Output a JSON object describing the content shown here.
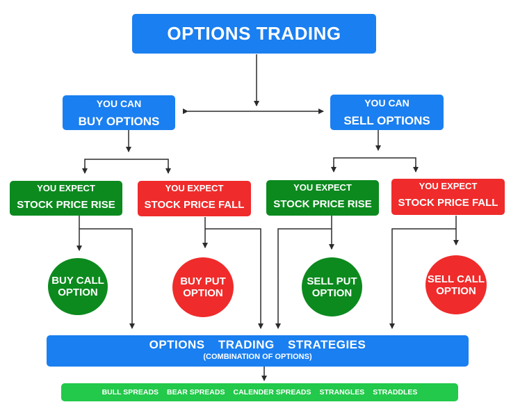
{
  "title": "OPTIONS TRADING",
  "buy": {
    "line1": "YOU CAN",
    "line2": "BUY OPTIONS"
  },
  "sell": {
    "line1": "YOU CAN",
    "line2": "SELL OPTIONS"
  },
  "expect": [
    {
      "line1": "YOU EXPECT",
      "line2": "STOCK PRICE RISE",
      "color": "#0c8a1e"
    },
    {
      "line1": "YOU EXPECT",
      "line2": "STOCK PRICE FALL",
      "color": "#ef2b2b"
    },
    {
      "line1": "YOU EXPECT",
      "line2": "STOCK PRICE RISE",
      "color": "#0c8a1e"
    },
    {
      "line1": "YOU EXPECT",
      "line2": "STOCK PRICE FALL",
      "color": "#ef2b2b"
    }
  ],
  "outcomes": [
    {
      "line1": "BUY CALL",
      "line2": "OPTION",
      "color": "#0c8a1e"
    },
    {
      "line1": "BUY PUT",
      "line2": "OPTION",
      "color": "#ef2b2b"
    },
    {
      "line1": "SELL PUT",
      "line2": "OPTION",
      "color": "#0c8a1e"
    },
    {
      "line1": "SELL CALL",
      "line2": "OPTION",
      "color": "#ef2b2b"
    }
  ],
  "strategies": {
    "title": "OPTIONS TRADING STRATEGIES",
    "subtitle": "(COMBINATION OF OPTIONS)",
    "items": [
      "BULL SPREADS",
      "BEAR SPREADS",
      "CALENDER SPREADS",
      "STRANGLES",
      "STRADDLES"
    ]
  },
  "colors": {
    "blue": "#1a7ff0",
    "green": "#0c8a1e",
    "red": "#ef2b2b",
    "lime": "#22c94a",
    "connector": "#2b2b2b"
  }
}
